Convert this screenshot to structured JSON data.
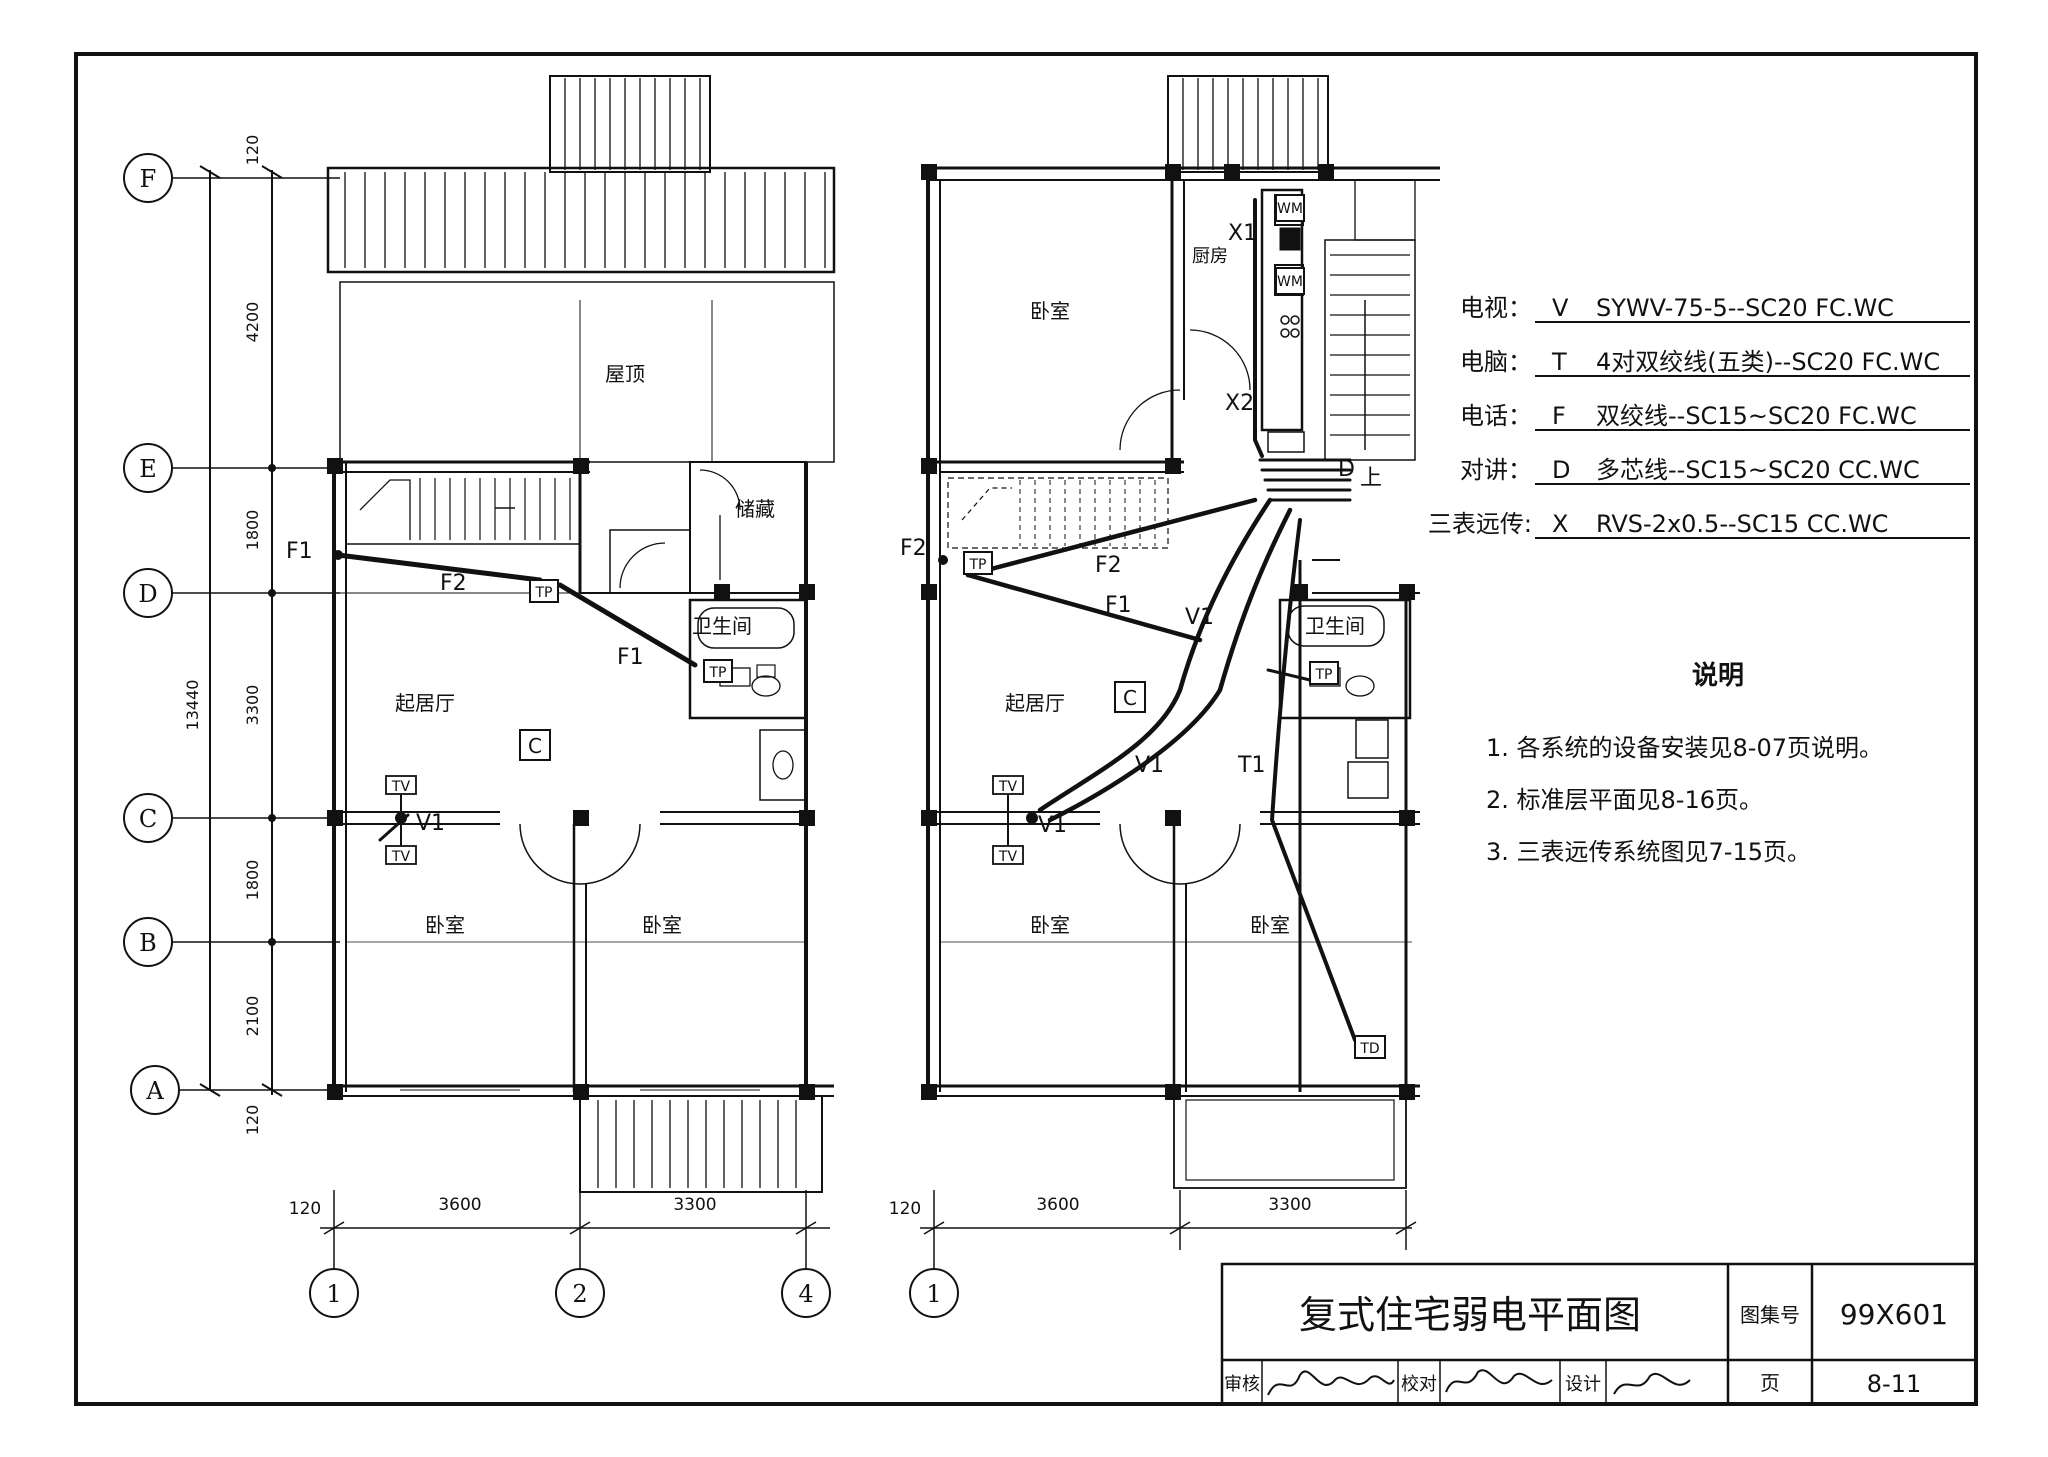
{
  "grid_rows": [
    {
      "id": "F",
      "label": "F"
    },
    {
      "id": "E",
      "label": "E"
    },
    {
      "id": "D",
      "label": "D"
    },
    {
      "id": "C",
      "label": "C"
    },
    {
      "id": "B",
      "label": "B"
    },
    {
      "id": "A",
      "label": "A"
    }
  ],
  "grid_cols_left": [
    "1",
    "2",
    "4"
  ],
  "grid_cols_right": [
    "1"
  ],
  "vertical_dims": [
    "120",
    "4200",
    "1800",
    "3300",
    "1800",
    "2100",
    "120"
  ],
  "total_dim": "13440",
  "horizontal_dims_left": [
    "120",
    "3600",
    "3300"
  ],
  "horizontal_dims_right": [
    "120",
    "3600",
    "3300"
  ],
  "rooms_left": {
    "roof": "屋顶",
    "storage": "储藏",
    "bathroom": "卫生间",
    "living": "起居厅",
    "bedroom1": "卧室",
    "bedroom2": "卧室"
  },
  "rooms_right": {
    "bedroom_top": "卧室",
    "kitchen": "厨房",
    "bathroom": "卫生间",
    "living": "起居厅",
    "bedroom1": "卧室",
    "bedroom2": "卧室"
  },
  "wire_labels_left": {
    "f1_top": "F1",
    "f2": "F2",
    "f1_mid": "F1",
    "v1": "V1"
  },
  "wire_labels_right": {
    "f2_left": "F2",
    "f2_mid": "F2",
    "f1": "F1",
    "v1_top": "V1",
    "v1_mid": "V1",
    "v1_tv": "V1",
    "t1": "T1",
    "x1": "X1",
    "x2": "X2",
    "d": "D",
    "up": "上"
  },
  "device_labels": {
    "tp": "TP",
    "tv": "TV",
    "wm": "WM",
    "td": "TD",
    "c": "C"
  },
  "legend": [
    {
      "key": "电视：",
      "code": "V",
      "spec": "SYWV-75-5--SC20 FC.WC"
    },
    {
      "key": "电脑：",
      "code": "T",
      "spec": "4对双绞线(五类)--SC20 FC.WC"
    },
    {
      "key": "电话：",
      "code": "F",
      "spec": "双绞线--SC15~SC20 FC.WC"
    },
    {
      "key": "对讲：",
      "code": "D",
      "spec": "多芯线--SC15~SC20 CC.WC"
    },
    {
      "key": "三表远传:",
      "code": "X",
      "spec": "RVS-2x0.5--SC15 CC.WC"
    }
  ],
  "notes_title": "说明",
  "notes": [
    "1. 各系统的设备安装见8-07页说明。",
    "2. 标准层平面见8-16页。",
    "3. 三表远传系统图见7-15页。"
  ],
  "title_block": {
    "title": "复式住宅弱电平面图",
    "atlas_label": "图集号",
    "atlas_no": "99X601",
    "review_label": "审核",
    "check_label": "校对",
    "design_label": "设计",
    "page_label": "页",
    "page_no": "8-11"
  },
  "colors": {
    "ink": "#111111",
    "paper": "#ffffff"
  }
}
